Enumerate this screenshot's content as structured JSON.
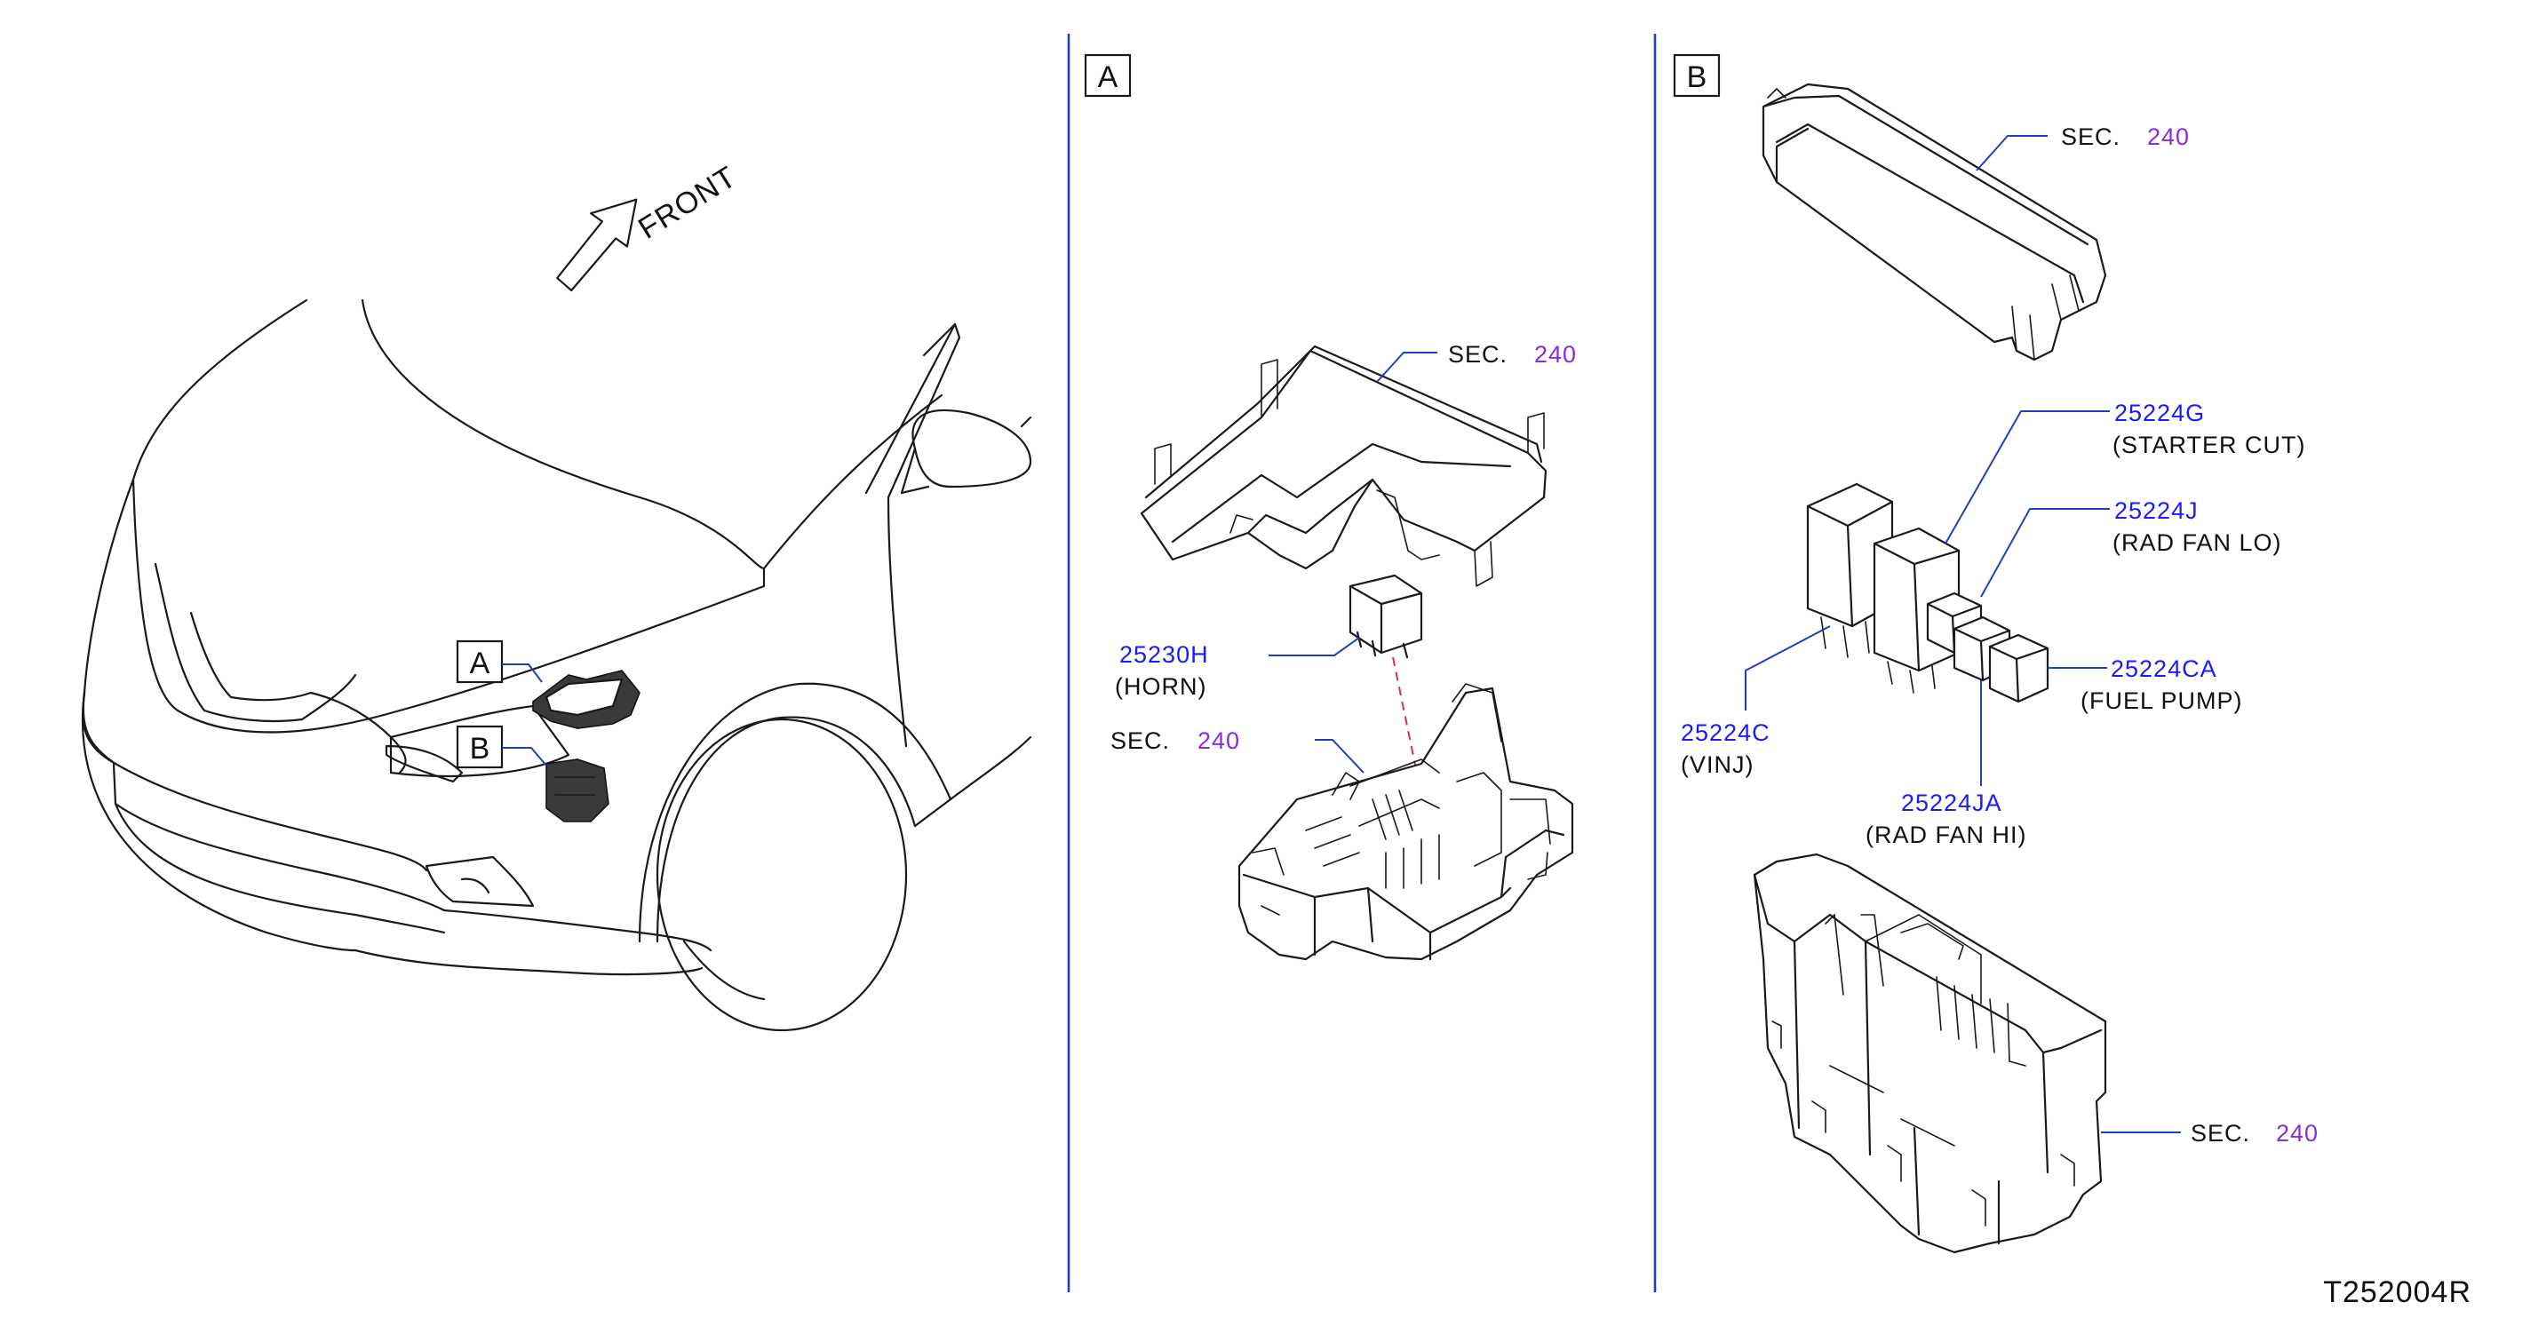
{
  "orientation": {
    "arrow_label": "FRONT"
  },
  "views": {
    "a": {
      "box_label": "A"
    },
    "b": {
      "box_label": "B"
    }
  },
  "sec": {
    "prefix": "SEC.",
    "number": "240"
  },
  "parts": {
    "p25230H": {
      "number": "25230H",
      "name": "(HORN)"
    },
    "p25224G": {
      "number": "25224G",
      "name": "(STARTER   CUT)"
    },
    "p25224J": {
      "number": "25224J",
      "name": "(RAD   FAN   LO)"
    },
    "p25224CA": {
      "number": "25224CA",
      "name": "(FUEL   PUMP)"
    },
    "p25224C": {
      "number": "25224C",
      "name": "(VINJ)"
    },
    "p25224JA": {
      "number": "25224JA",
      "name": "(RAD   FAN   HI)"
    }
  },
  "drawing_code": "T252004R",
  "colors": {
    "part_number": "#1a1aff",
    "section_number": "#8a2be2",
    "leader_line": "#1f3fbf",
    "relay_path": "#e03030"
  }
}
